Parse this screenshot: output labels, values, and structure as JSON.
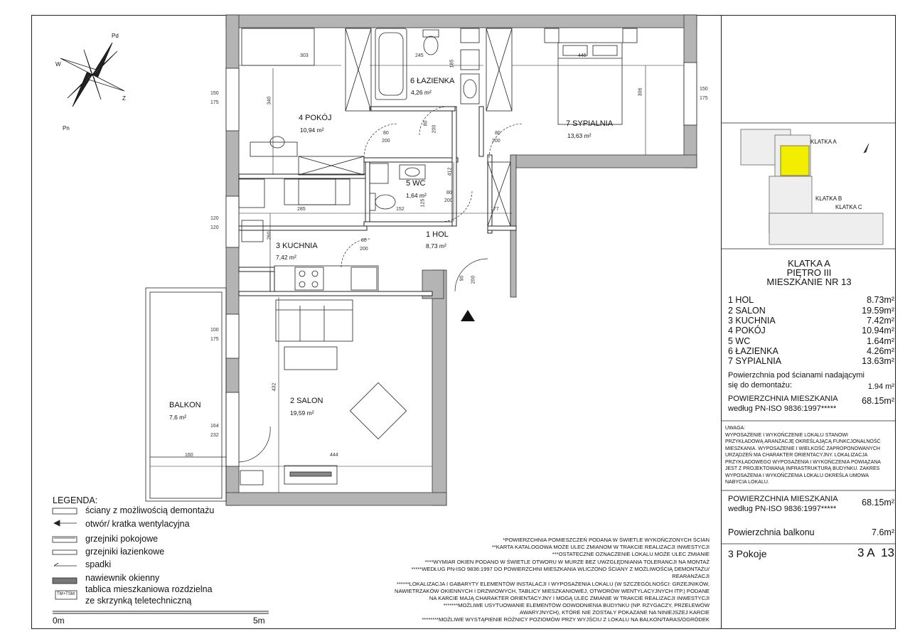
{
  "compass": {
    "labels": [
      "Pd",
      "W",
      "Z",
      "Pn"
    ]
  },
  "rooms": [
    {
      "id": "pokoj",
      "name": "4 POKÓJ",
      "area": "10,94 m²"
    },
    {
      "id": "lazienka",
      "name": "6 ŁAZIENKA",
      "area": "4,26 m²"
    },
    {
      "id": "sypialnia",
      "name": "7 SYPIALNIA",
      "area": "13,63 m²"
    },
    {
      "id": "wc",
      "name": "5 WC",
      "area": "1,64 m²"
    },
    {
      "id": "kuchnia",
      "name": "3 KUCHNIA",
      "area": "7,42 m²"
    },
    {
      "id": "hol",
      "name": "1 HOL",
      "area": "8,73 m²"
    },
    {
      "id": "salon",
      "name": "2 SALON",
      "area": "19,59 m²"
    },
    {
      "id": "balkon",
      "name": "BALKON",
      "area": "7,6 m²"
    }
  ],
  "dimensions": {
    "d303": "303",
    "d245": "245",
    "d446": "446",
    "d185": "185",
    "d306": "306",
    "d340": "340",
    "d150a": "150",
    "d175a": "175",
    "d150b": "150",
    "d175b": "175",
    "d80a": "80",
    "d200a": "200",
    "d80b": "80",
    "d200b": "200",
    "d80c": "80",
    "d200c": "200",
    "d80d": "80",
    "d200d": "200",
    "d80e": "80",
    "d200e": "200",
    "d412": "412",
    "d285": "285",
    "d152": "152",
    "d125": "125",
    "d177": "177",
    "d120a": "120",
    "d120b": "120",
    "d260": "260",
    "d90": "90",
    "d200f": "200",
    "d100": "100",
    "d175c": "175",
    "d432": "432",
    "d164": "164",
    "d232": "232",
    "d160": "160",
    "d444": "444"
  },
  "key_plan": {
    "labels": [
      "KLATKA A",
      "KLATKA B",
      "KLATKA C"
    ]
  },
  "panel": {
    "title_1": "KLATKA A",
    "title_2": "PIĘTRO III",
    "title_3": "MIESZKANIE NR 13",
    "rows": [
      {
        "label": "1 HOL",
        "value": "8.73m²"
      },
      {
        "label": "2 SALON",
        "value": "19.59m²"
      },
      {
        "label": "3 KUCHNIA",
        "value": "7.42m²"
      },
      {
        "label": "4 POKÓJ",
        "value": "10.94m²"
      },
      {
        "label": "5 WC",
        "value": "1.64m²"
      },
      {
        "label": "6 ŁAZIENKA",
        "value": "4.26m²"
      },
      {
        "label": "7 SYPIALNIA",
        "value": "13.63m²"
      }
    ],
    "walls_label_1": "Powierzchnia pod ścianami nadającymi",
    "walls_label_2": "się do demontażu:",
    "walls_value": "1.94 m²",
    "total_label_1": "POWIERZCHNIA MIESZKANIA",
    "total_label_2": "według PN-ISO 9836:1997*****",
    "total_value": "68.15m²",
    "note_title": "UWAGA:",
    "note_lines": [
      "WYPOSAŻENIE I WYKOŃCZENIE LOKALU STANOWI",
      "PRZYKŁADOWĄ ARANŻACJĘ OKREŚLAJĄCĄ FUNKCJONALNOŚĆ",
      "MIESZKANIA. WYPOSAŻENIE I WIELKOŚĆ ZAPROPONOWANYCH",
      "URZĄDZEŃ MA CHARAKTER ORIENTACYJNY. LOKALIZACJA",
      "PRZYKŁADOWEGO WYPOSAŻENIA I WYKOŃCZENIA POWIĄZANA",
      "JEST Z PROJEKTOWANĄ INFRASTRUKTURĄ BUDYNKU. ZAKRES",
      "WYPOSAŻENIA I WYKOŃCZENIA LOKALU OKREŚLA UMOWA",
      "NABYCIA LOKALU."
    ],
    "total2_label_1": "POWIERZCHNIA MIESZKANIA",
    "total2_label_2": "według PN-ISO 9836:1997*****",
    "total2_value": "68.15m²",
    "balcony_label": "Powierzchnia balkonu",
    "balcony_value": "7.6m²",
    "rooms_count": "3 Pokoje",
    "code": "3 A  13"
  },
  "legend": {
    "title": "LEGENDA:",
    "items": [
      "ściany z możliwością demontażu",
      "otwór/ kratka wentylacyjna",
      "grzejniki pokojowe",
      "grzejniki łazienkowe",
      "spadki",
      "nawiewnik okienny",
      "tablica mieszkaniowa rozdzielna",
      "ze skrzynką teletechniczną"
    ],
    "tm_label": "TM+TSM"
  },
  "scale": {
    "start": "0m",
    "end": "5m"
  },
  "footnotes": [
    "*POWIERZCHNIA POMIESZCZEŃ PODANA W ŚWIETLE WYKOŃCZONYCH ŚCIAN",
    "**KARTA KATALOGOWA MOŻE ULEC ZMIANOM W TRAKCIE REALIZACJI INWESTYCJI",
    "***OSTATECZNE OZNACZENIE LOKALU MOŻE ULEC ZMIANIE",
    "****WYMIAR OKIEN PODANO W ŚWIETLE OTWORU W MURZE BEZ UWZGLĘDNIANIA TOLERANCJI NA MONTAŻ",
    "*****WEDŁUG PN-ISO 9836:1997 DO POWIERZCHNI MIESZKANIA WLICZONO ŚCIANY Z MOŻLIWOŚCIĄ DEMONTAŻU/",
    "REARANŻACJI",
    "******LOKALIZACJA I GABARYTY ELEMENTÓW INSTALACJI I WYPOSAŻENIA LOKALU (W SZCZEGÓLNOŚCI: GRZEJNIKÓW,",
    "NAWIETRZAKÓW OKIENNYCH I DRZWIOWYCH, TABLICY MIESZKANIOWEJ, OTWORÓW WENTYLACYJNYCH ITP.) PODANE",
    "NA KARCIE MAJĄ CHARAKTER ORIENTACYJNY I MOGĄ ULEC ZMIANIE W TRAKCIE REALIZACJI INWESTYCJI",
    "*******MOŻLIWE USYTUOWANIE ELEMENTÓW ODWODNIENIA BUDYNKU (NP. RZYGACZY, PRZELEWÓW",
    "AWARYJNYCH), KTÓRE NIE ZOSTAŁY POKAZANE NA NINIEJSZEJ KARCIE",
    "********MOŻLIWE WYSTĄPIENIE RÓŻNICY POZIOMÓW PRZY WYJŚCIU Z LOKALU NA BALKON/TARAS/OGRÓDEK"
  ]
}
